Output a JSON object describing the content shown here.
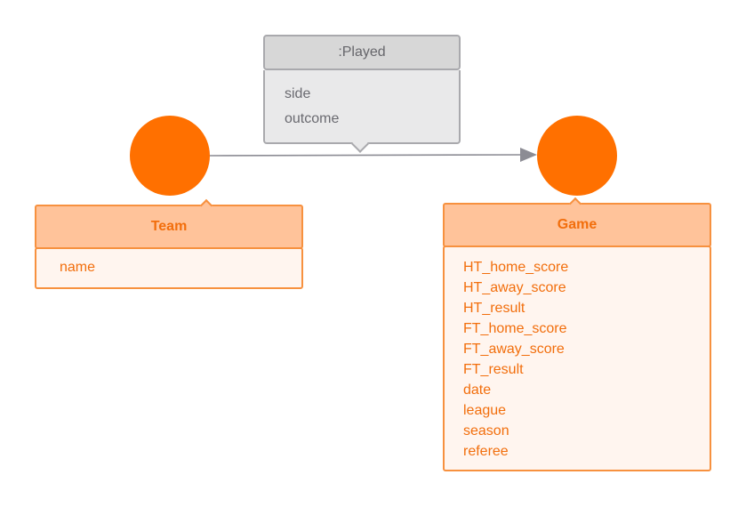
{
  "nodes": {
    "team": {
      "label": "Team",
      "properties": [
        "name"
      ],
      "color": "#ff7000"
    },
    "game": {
      "label": "Game",
      "properties": [
        "HT_home_score",
        "HT_away_score",
        "HT_result",
        "FT_home_score",
        "FT_away_score",
        "FT_result",
        "date",
        "league",
        "season",
        "referee"
      ],
      "color": "#ff7000"
    }
  },
  "relationship": {
    "label": ":Played",
    "properties": [
      "side",
      "outcome"
    ],
    "from": "Team",
    "to": "Game",
    "color": "#8c8c94"
  }
}
